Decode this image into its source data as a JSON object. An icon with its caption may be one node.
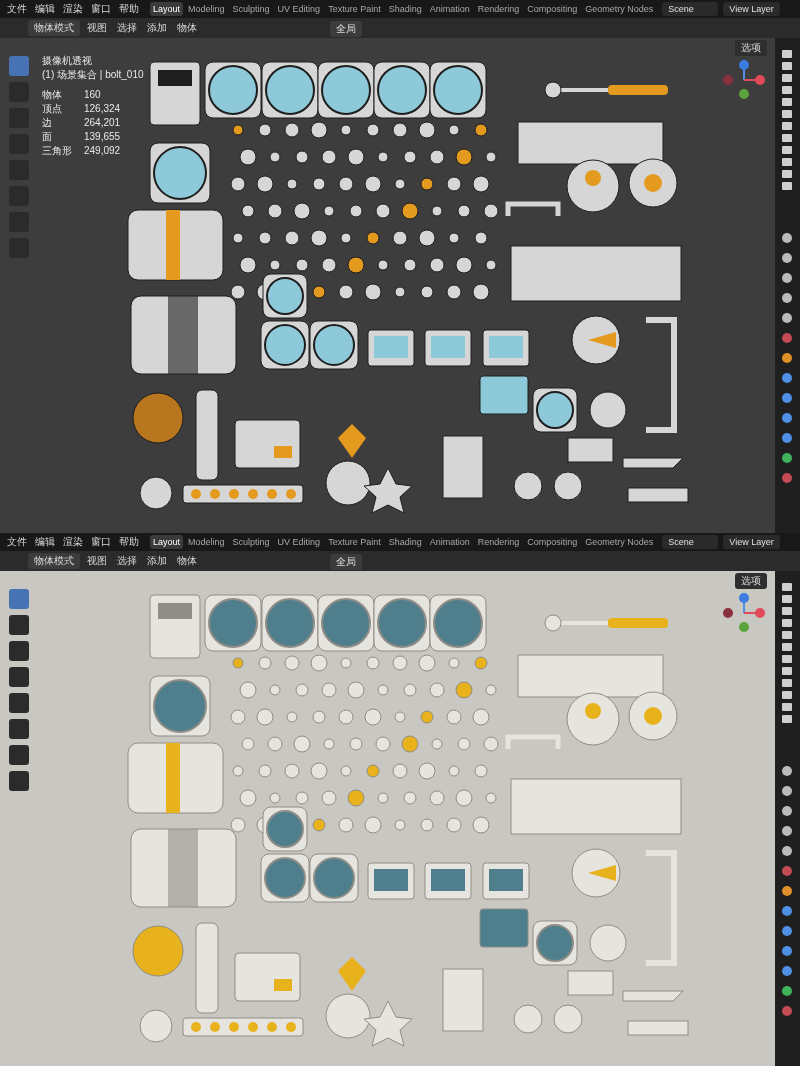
{
  "diagram": {
    "labels": [
      "文件",
      "编辑",
      "渲染",
      "窗口",
      "帮助",
      "Layout",
      "Modeling",
      "Sculpting",
      "UV Editing",
      "Texture Paint",
      "Shading",
      "Animation",
      "Rendering",
      "Compositing",
      "Geometry Nodes",
      "Scene",
      "View Layer",
      "物体模式",
      "视图",
      "选择",
      "添加",
      "物体",
      "全局",
      "选项",
      "摄像机透视",
      "(1) 场景集合 | bolt_010",
      "物体",
      "160",
      "顶点",
      "126,324",
      "边",
      "264,201",
      "面",
      "139,655",
      "三角形",
      "249,092",
      "文件",
      "编辑",
      "渲染",
      "窗口",
      "帮助",
      "Layout",
      "Modeling",
      "Sculpting",
      "UV Editing",
      "Texture Paint",
      "Shading",
      "Animation",
      "Rendering",
      "Compositing",
      "Geometry Nodes",
      "Scene",
      "View Layer",
      "物体模式",
      "视图",
      "选择",
      "添加",
      "物体",
      "全局",
      "选项"
    ]
  }
}
